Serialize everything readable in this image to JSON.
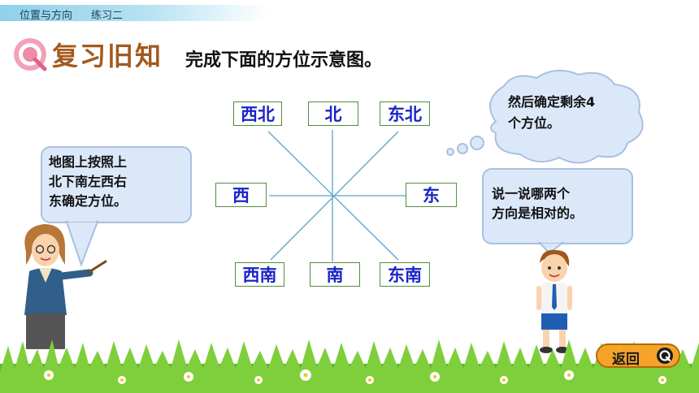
{
  "header": {
    "unit": "位置与方向",
    "section": "练习二"
  },
  "review": {
    "title": "复习旧知",
    "instruction": "完成下面的方位示意图。"
  },
  "compass": {
    "north": "北",
    "northeast": "东北",
    "east": "东",
    "southeast": "东南",
    "south": "南",
    "southwest": "西南",
    "west": "西",
    "northwest": "西北"
  },
  "teacher_bubble": {
    "line1": "地图上按照上",
    "line2": "北下南左西右",
    "line3": "东确定方位。"
  },
  "thought_cloud": {
    "line1": "然后确定剩余4",
    "line2": "个方位。"
  },
  "boy_bubble": {
    "line1": "说一说哪两个",
    "line2": "方向是相对的。"
  },
  "nav": {
    "back_label": "返回"
  },
  "colors": {
    "direction_text": "#1a24c8",
    "title": "#a25a1e",
    "button": "#f6a32a"
  }
}
